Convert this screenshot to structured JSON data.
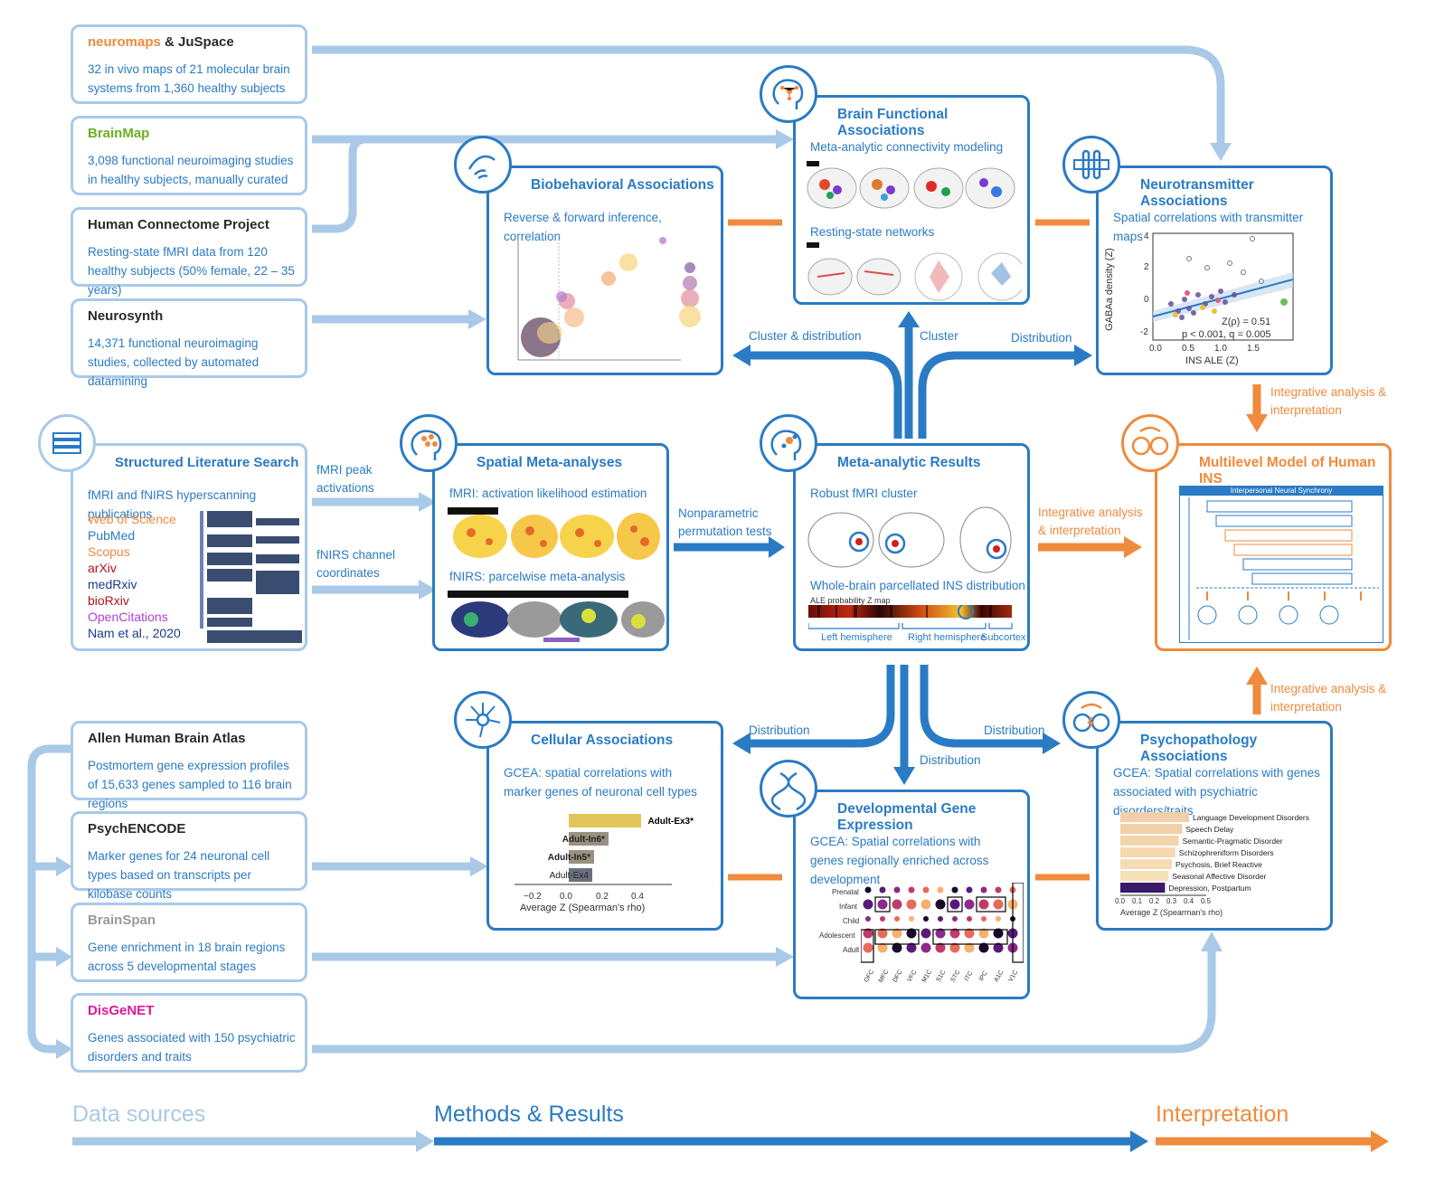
{
  "colors": {
    "light_blue": "#a9c9e8",
    "dark_blue": "#2a7bc4",
    "orange": "#f08a3c",
    "green": "#6ab023",
    "magenta": "#e0179b",
    "gray": "#9a9a9a"
  },
  "sources": {
    "neuromaps": {
      "title_a": "neuromaps",
      "title_amp": " & ",
      "title_b": "JuSpace",
      "desc": "32 in vivo maps of 21 molecular brain systems from 1,360 healthy subjects"
    },
    "brainmap": {
      "title": "BrainMap",
      "desc": "3,098 functional neuroimaging studies in healthy subjects, manually curated"
    },
    "hcp": {
      "title": "Human Connectome Project",
      "desc": "Resting-state fMRI data from 120 healthy subjects (50% female, 22 – 35 years)"
    },
    "neurosynth": {
      "title": "Neurosynth",
      "desc": "14,371 functional neuroimaging studies, collected by automated datamining"
    },
    "literature": {
      "title": "Structured Literature Search",
      "desc": "fMRI and fNIRS hyperscanning publications",
      "databases": [
        "Web of Science",
        "PubMed",
        "Scopus",
        "arXiv",
        "medRxiv",
        "bioRxiv",
        "OpenCitations",
        "Nam et al., 2020"
      ]
    },
    "allen": {
      "title": "Allen Human Brain Atlas",
      "desc": "Postmortem gene expression profiles of 15,633 genes sampled to 116 brain regions"
    },
    "psychencode": {
      "title": "PsychENCODE",
      "desc": "Marker genes for 24 neuronal cell types based on transcripts per kilobase counts"
    },
    "brainspan": {
      "title": "BrainSpan",
      "desc": "Gene enrichment in 18 brain regions across 5 developmental stages"
    },
    "disgenet": {
      "title": "DisGeNET",
      "desc": "Genes associated with 150 psychiatric disorders and traits"
    }
  },
  "methods": {
    "biobehavioral": {
      "title": "Biobehavioral Associations",
      "sub": "Reverse & forward inference, correlation"
    },
    "brainfunctional": {
      "title": "Brain Functional Associations",
      "sub1": "Meta-analytic connectivity modeling",
      "sub2": "Resting-state networks"
    },
    "neurotransmitter": {
      "title": "Neurotransmitter Associations",
      "sub": "Spatial correlations with transmitter maps",
      "ylabel": "GABAa density (Z)",
      "xlabel": "INS ALE (Z)",
      "stat1": "Z(ρ) = 0.51",
      "stat2": "p < 0.001, q = 0.005",
      "xticks": [
        "0.0",
        "0.5",
        "1.0",
        "1.5"
      ],
      "yticks": [
        "4",
        "2",
        "0",
        "-2"
      ]
    },
    "spatial": {
      "title": "Spatial Meta-analyses",
      "sub1": "fMRI: activation likelihood estimation",
      "sub2": "fNIRS: parcelwise meta-analysis"
    },
    "results": {
      "title": "Meta-analytic Results",
      "sub1": "Robust fMRI cluster",
      "sub2": "Whole-brain parcellated INS distribution",
      "strip_label": "ALE probability Z map",
      "hemi_left": "Left hemisphere",
      "hemi_right": "Right hemisphere",
      "subcortex": "Subcortex"
    },
    "cellular": {
      "title": "Cellular Associations",
      "sub": "GCEA: spatial correlations with marker genes of neuronal cell types",
      "bars": [
        {
          "label": "Adult-Ex3*",
          "value": 0.4
        },
        {
          "label": "Adult-In6*",
          "value": 0.22
        },
        {
          "label": "Adult-In5*",
          "value": 0.14
        },
        {
          "label": "Adult-Ex4",
          "value": 0.13
        }
      ],
      "xticks": [
        "−0.2",
        "0.0",
        "0.2",
        "0.4"
      ],
      "xlabel": "Average Z (Spearman's rho)"
    },
    "developmental": {
      "title": "Developmental Gene Expression",
      "sub": "GCEA: Spatial correlations with genes regionally enriched across development",
      "stages": [
        "Prenatal",
        "Infant",
        "Child",
        "Adolescent",
        "Adult"
      ],
      "regions": [
        "OFC",
        "MFC",
        "DFC",
        "VFC",
        "M1C",
        "S1C",
        "STC",
        "ITC",
        "IPC",
        "A1C",
        "V1C"
      ]
    },
    "psychopathology": {
      "title": "Psychopathology Associations",
      "sub": "GCEA: Spatial correlations with genes associated with psychiatric disorders/traits",
      "bars": [
        {
          "label": "Language Development Disorders",
          "value": 0.4
        },
        {
          "label": "Speech Delay",
          "value": 0.36
        },
        {
          "label": "Semantic-Pragmatic Disorder",
          "value": 0.34
        },
        {
          "label": "Schizophreniform Disorders",
          "value": 0.32
        },
        {
          "label": "Psychosis, Brief Reactive",
          "value": 0.3
        },
        {
          "label": "Seasonal Affective Disorder",
          "value": 0.28
        },
        {
          "label": "Depression, Postpartum",
          "value": 0.26
        }
      ],
      "xticks": [
        "0.0",
        "0.1",
        "0.2",
        "0.3",
        "0.4",
        "0.5"
      ],
      "xlabel": "Average Z (Spearman's rho)"
    },
    "multilevel": {
      "title": "Multilevel Model of Human INS",
      "inner_title": "Interpersonal Neural Synchrony"
    }
  },
  "labels": {
    "fmri_peak": "fMRI peak activations",
    "fnirs_coord": "fNIRS channel coordinates",
    "nonparametric": "Nonparametric permutation tests",
    "cluster_dist": "Cluster & distribution",
    "cluster": "Cluster",
    "distribution": "Distribution",
    "integrative": "Integrative analysis & interpretation"
  },
  "bottom": {
    "data_sources": "Data sources",
    "methods": "Methods & Results",
    "interpretation": "Interpretation"
  }
}
